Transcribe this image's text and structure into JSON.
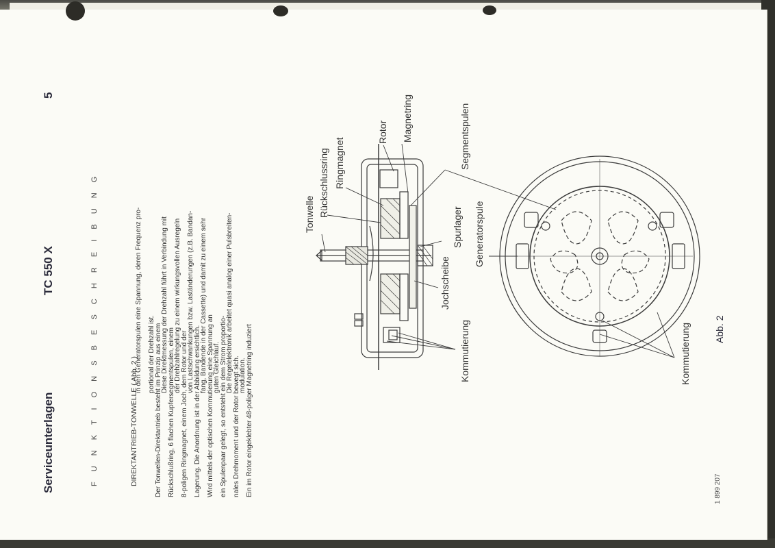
{
  "header": {
    "left": "Serviceunterlagen",
    "center": "TC 550 X",
    "page_number": "5"
  },
  "section_title": "F U N K T I O N S B E S C H R E I B U N G",
  "subtitle": "DIREKTANTRIEB-TONWELLE    ( Abb. 2 )",
  "column1_lines": [
    "Der Tonwellen-Direktantrieb besteht im Prinzip aus einem",
    "Rückschlußring, 6 flachen Kupfersegmentspulen, einem",
    "8-poligen Ringmagnet, einem Joch, dem Rotor und der",
    "Lagerung. Die Anordnung ist in der Abbildung ersichtlich.",
    "Wird mittels der optischen Kommutierung eine Spannung an",
    "ein Spulenpaar gelegt, so entsteht ein dem Strom proportio-",
    "nales Drehmoment und der Rotor bewegt sich.",
    "Ein im Rotor eingeklebter 48-poliger Magnetring induziert"
  ],
  "column2_lines": [
    "in den Generatorspulen eine Spannung, deren Frequenz pro-",
    "portional der Drehzahl ist.",
    "Diese Direktmessung der Drehzahl führt in Verbindung mit",
    "der Drehzahlregelung zu einem wirkungsvollen Ausregeln",
    "von Lastschwankungen bzw. Laständerungen (z.B. Bandan-",
    "fang, Bandende in der Cassette) und damit zu einem sehr",
    "guten Gleichlauf.",
    "Die Regelelektronik arbeitet quasi analog einer Pulsbreiten-",
    "modulation."
  ],
  "figure": {
    "labels": {
      "tonwelle": "Tonwelle",
      "rueckschlussring": "Rückschlussring",
      "ringmagnet": "Ringmagnet",
      "rotor": "Rotor",
      "magnetring": "Magnetring",
      "segmentspulen": "Segmentspulen",
      "spurlager": "Spurlager",
      "jochscheibe": "Jochscheibe",
      "kommutierung_left": "Kommutierung",
      "generatorspule": "Generatorspule",
      "kommutierung_right": "Kommutierung"
    },
    "caption": "Abb. 2"
  },
  "document_number": "1 899 207"
}
